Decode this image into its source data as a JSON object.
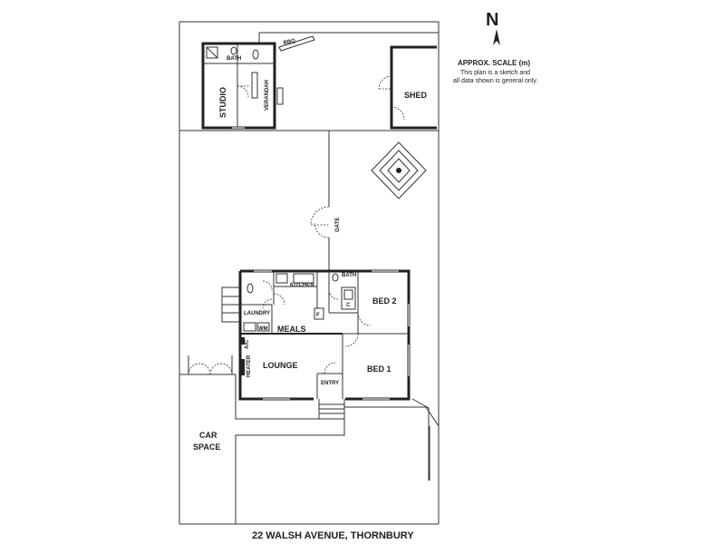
{
  "north": {
    "letter": "N",
    "scale_label": "APPROX. SCALE (m)",
    "disclaimer_line1": "This plan is a sketch and",
    "disclaimer_line2": "all data shown is general only."
  },
  "address": "22 WALSH AVENUE, THORNBURY",
  "rooms": {
    "studio": "STUDIO",
    "verandah": "VERANDAH",
    "studio_bath": "BATH",
    "bbq": "BBQ",
    "shed": "SHED",
    "gate": "GATE",
    "kitchen": "KITCHEN",
    "bath": "BATH",
    "bed2": "BED 2",
    "laundry": "LAUNDRY",
    "wm": "WM",
    "meals": "MEALS",
    "ac": "A/C",
    "heater": "HEATER",
    "lounge": "LOUNGE",
    "bed1": "BED 1",
    "entry": "ENTRY",
    "car_space_line1": "CAR",
    "car_space_line2": "SPACE",
    "fridge": "F",
    "cupboard": "C"
  },
  "colors": {
    "line": "#222222",
    "window": "#999999",
    "background": "#ffffff"
  }
}
